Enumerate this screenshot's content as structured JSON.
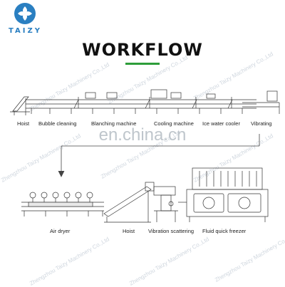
{
  "brand": {
    "name": "TAIZY",
    "logo_color": "#2a7fc1"
  },
  "title": "WORKFLOW",
  "accent_color": "#2e9d3a",
  "site_watermark": "en.china.cn",
  "watermark_text": "Zhengzhou Taizy Machinery Co.,Ltd",
  "top_row_labels": [
    "Hoist",
    "Bubble cleaning",
    "Blanching machine",
    "Cooling machine",
    "Ice water cooler",
    "Vibrating"
  ],
  "bottom_row_labels": [
    "Air dryer",
    "Hoist",
    "Vibration scattering",
    "Fluid quick freezer"
  ]
}
